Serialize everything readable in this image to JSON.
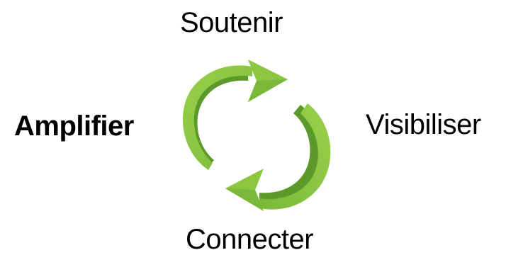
{
  "diagram": {
    "type": "cycle",
    "labels": {
      "top": "Soutenir",
      "left": "Amplifier",
      "right": "Visibiliser",
      "bottom": "Connecter"
    },
    "arrows": {
      "count": 2,
      "direction": "clockwise",
      "color_light": "#8cc63f",
      "color_dark": "#5b9a2a",
      "icon": "circular-arrows-icon"
    }
  }
}
